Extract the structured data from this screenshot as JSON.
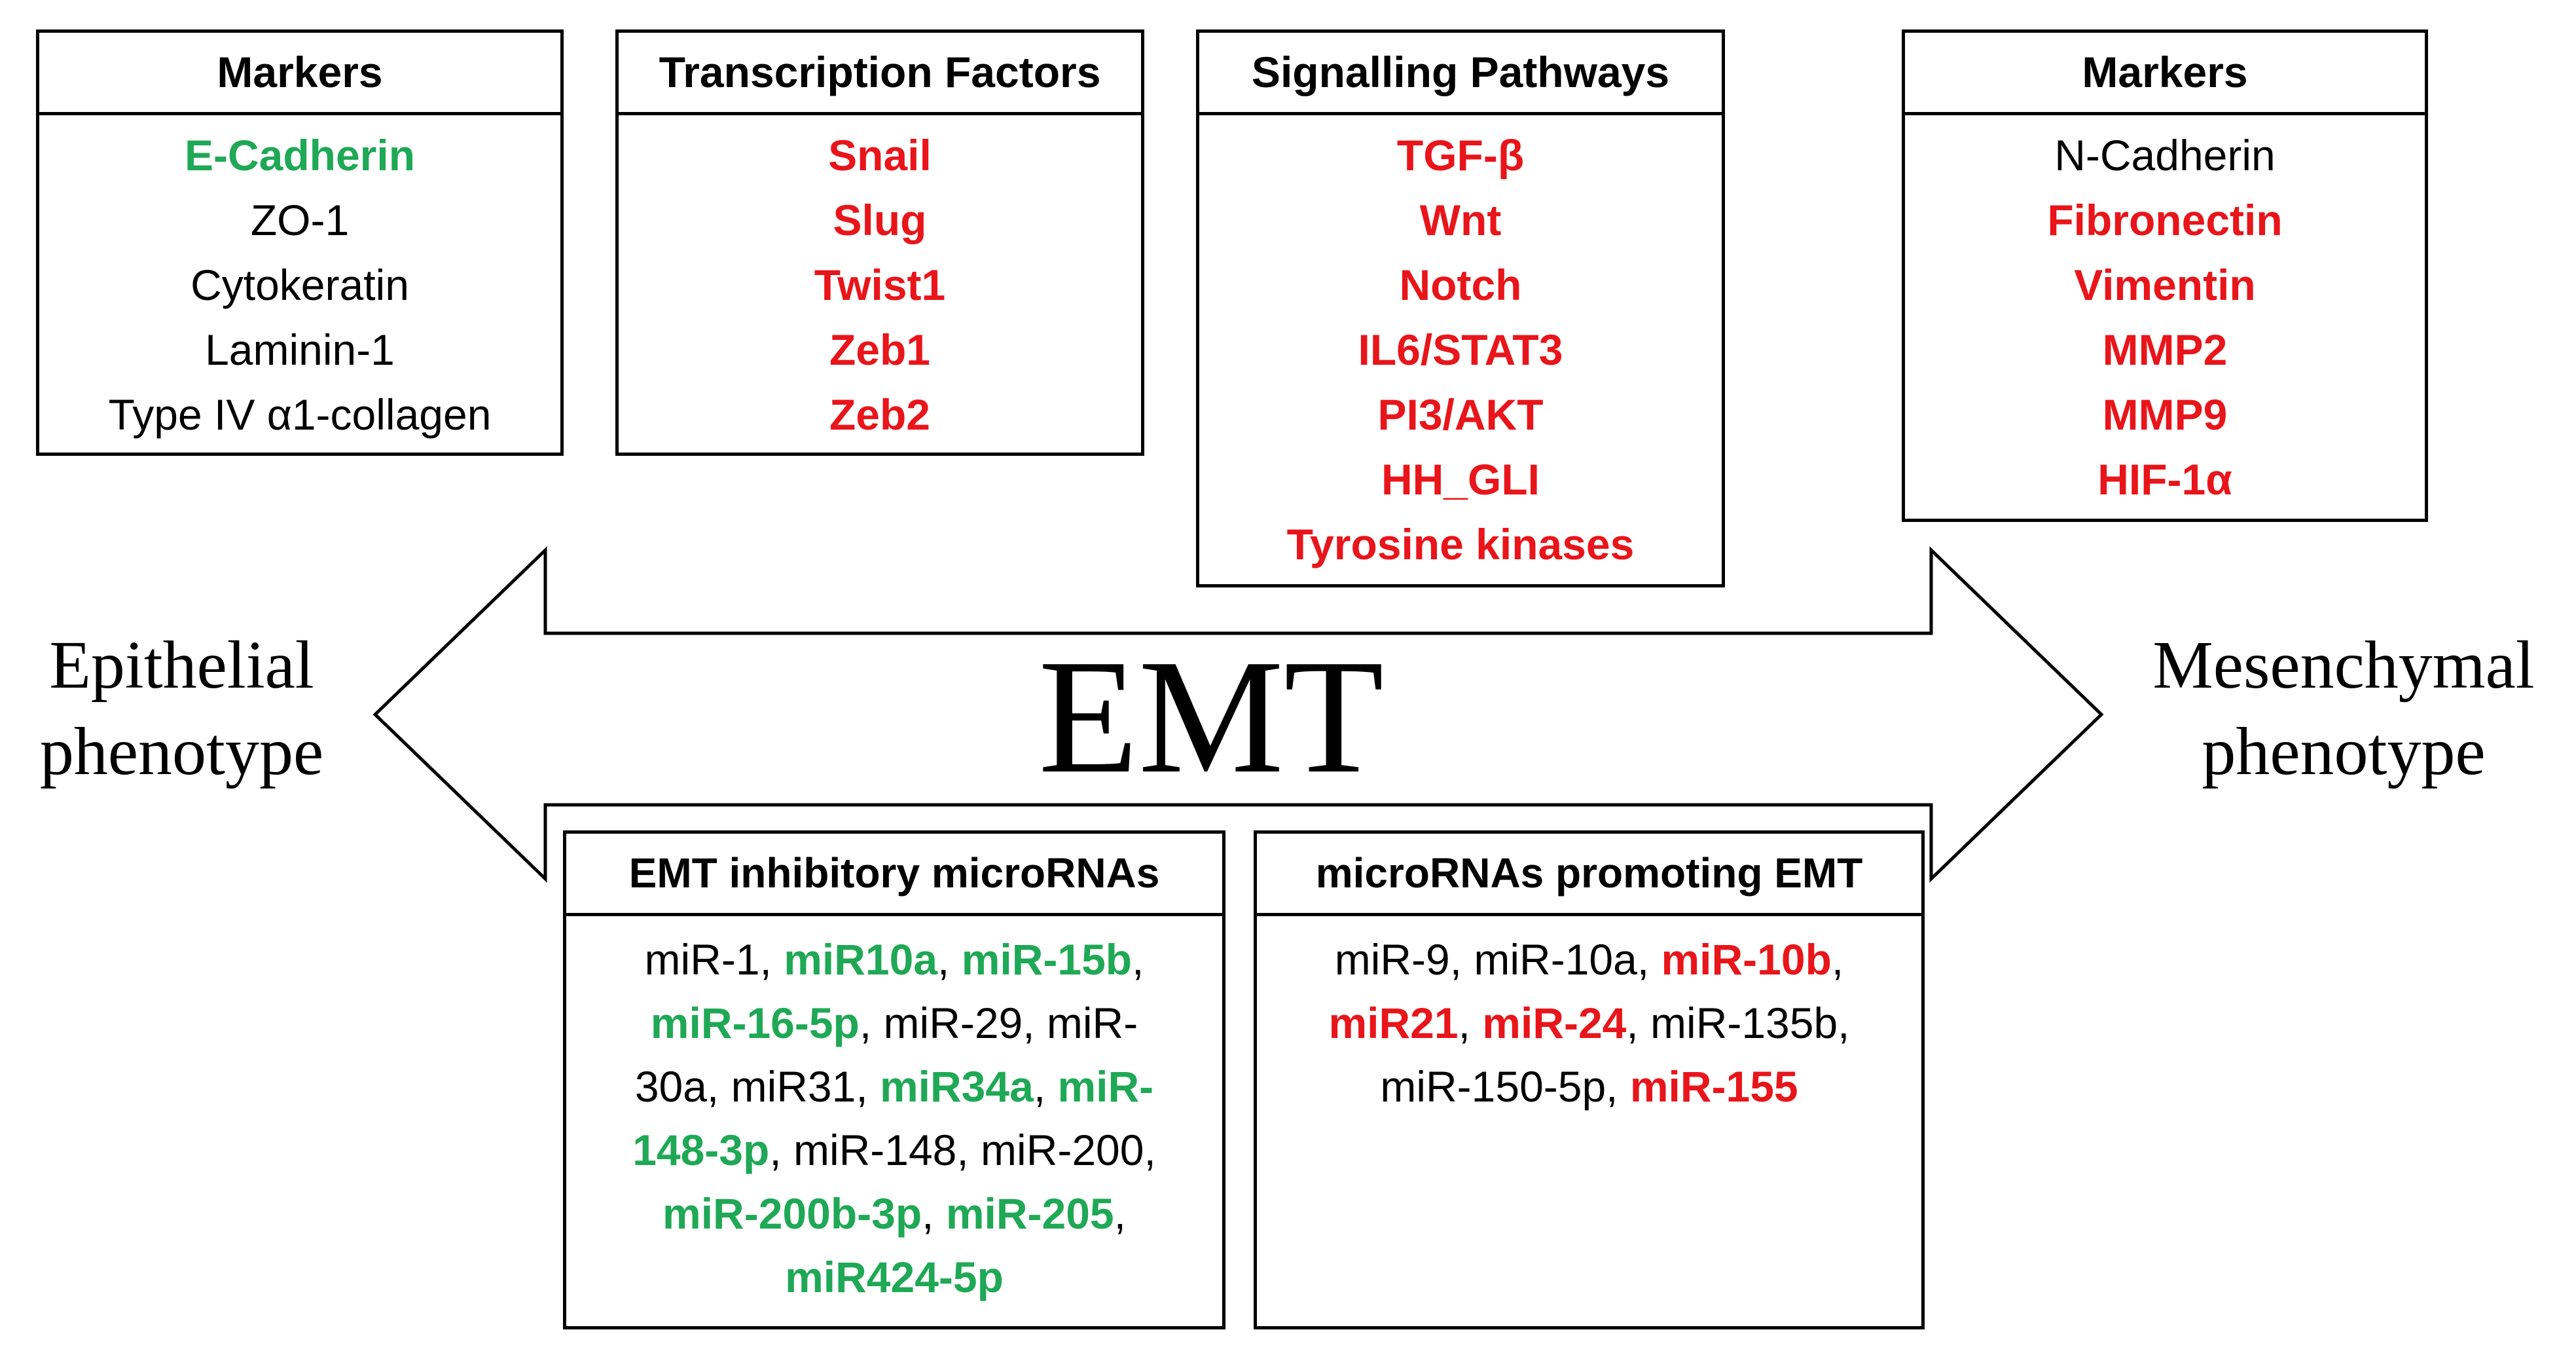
{
  "colors": {
    "inhibit_green": "#1fa855",
    "promote_red": "#e8151a",
    "neutral": "#000000"
  },
  "center_label": "EMT",
  "left_phenotype": {
    "line1": "Epithelial",
    "line2": "phenotype"
  },
  "right_phenotype": {
    "line1": "Mesenchymal",
    "line2": "phenotype"
  },
  "epithelial_markers": {
    "title": "Markers",
    "items": [
      {
        "text": "E-Cadherin",
        "tone": "green"
      },
      {
        "text": "ZO-1",
        "tone": "black"
      },
      {
        "text": "Cytokeratin",
        "tone": "black"
      },
      {
        "text": "Laminin-1",
        "tone": "black"
      },
      {
        "text": "Type IV α1-collagen",
        "tone": "black"
      }
    ]
  },
  "transcription_factors": {
    "title": "Transcription Factors",
    "items": [
      {
        "text": "Snail",
        "tone": "red"
      },
      {
        "text": "Slug",
        "tone": "red"
      },
      {
        "text": "Twist1",
        "tone": "red"
      },
      {
        "text": "Zeb1",
        "tone": "red"
      },
      {
        "text": "Zeb2",
        "tone": "red"
      }
    ]
  },
  "signalling_pathways": {
    "title": "Signalling Pathways",
    "items": [
      {
        "text": "TGF-β",
        "tone": "red"
      },
      {
        "text": "Wnt",
        "tone": "red"
      },
      {
        "text": "Notch",
        "tone": "red"
      },
      {
        "text": "IL6/STAT3",
        "tone": "red"
      },
      {
        "text": "PI3/AKT",
        "tone": "red"
      },
      {
        "text": "HH_GLI",
        "tone": "red"
      },
      {
        "text": "Tyrosine kinases",
        "tone": "red"
      }
    ]
  },
  "mesenchymal_markers": {
    "title": "Markers",
    "items": [
      {
        "text": "N-Cadherin",
        "tone": "black"
      },
      {
        "text": "Fibronectin",
        "tone": "red"
      },
      {
        "text": "Vimentin",
        "tone": "red"
      },
      {
        "text": "MMP2",
        "tone": "red"
      },
      {
        "text": "MMP9",
        "tone": "red"
      },
      {
        "text": "HIF-1α",
        "tone": "red"
      }
    ]
  },
  "inhibitory_mirnas": {
    "title": "EMT inhibitory microRNAs",
    "lines": [
      [
        {
          "text": "miR-1, ",
          "tone": "black"
        },
        {
          "text": "miR10a",
          "tone": "green"
        },
        {
          "text": ", ",
          "tone": "black"
        },
        {
          "text": "miR-15b",
          "tone": "green"
        },
        {
          "text": ",",
          "tone": "black"
        }
      ],
      [
        {
          "text": "miR-16-5p",
          "tone": "green"
        },
        {
          "text": ", miR-29, miR-",
          "tone": "black"
        }
      ],
      [
        {
          "text": "30a, miR31, ",
          "tone": "black"
        },
        {
          "text": "miR34a",
          "tone": "green"
        },
        {
          "text": ", ",
          "tone": "black"
        },
        {
          "text": "miR-",
          "tone": "green"
        }
      ],
      [
        {
          "text": "148-3p",
          "tone": "green"
        },
        {
          "text": ", miR-148, miR-200,",
          "tone": "black"
        }
      ],
      [
        {
          "text": "miR-200b-3p",
          "tone": "green"
        },
        {
          "text": ", ",
          "tone": "black"
        },
        {
          "text": "miR-205",
          "tone": "green"
        },
        {
          "text": ",",
          "tone": "black"
        }
      ],
      [
        {
          "text": "miR424-5p",
          "tone": "green"
        }
      ]
    ]
  },
  "promoting_mirnas": {
    "title": "microRNAs promoting EMT",
    "lines": [
      [
        {
          "text": "miR-9, miR-10a, ",
          "tone": "black"
        },
        {
          "text": "miR-10b",
          "tone": "red"
        },
        {
          "text": ",",
          "tone": "black"
        }
      ],
      [
        {
          "text": "miR21",
          "tone": "red"
        },
        {
          "text": ", ",
          "tone": "black"
        },
        {
          "text": "miR-24",
          "tone": "red"
        },
        {
          "text": ", miR-135b,",
          "tone": "black"
        }
      ],
      [
        {
          "text": "miR-150-5p, ",
          "tone": "black"
        },
        {
          "text": "miR-155",
          "tone": "red"
        }
      ]
    ]
  }
}
